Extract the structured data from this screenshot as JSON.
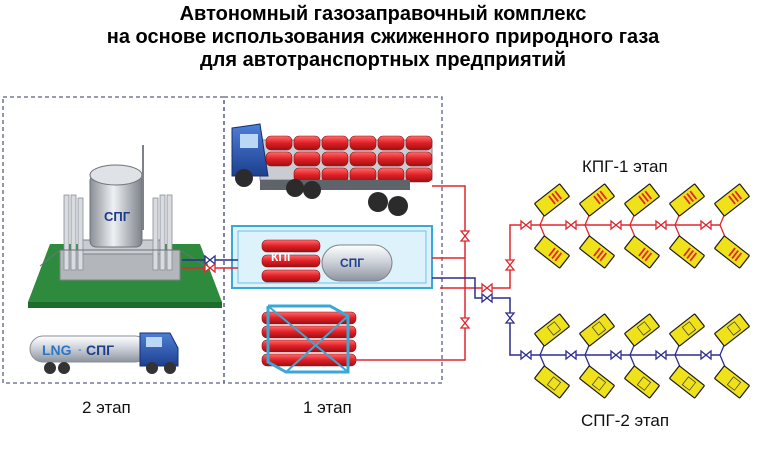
{
  "title": {
    "line1": "Автономный газозаправочный комплекс",
    "line2": "на основе использования сжиженного природного газа",
    "line3": "для автотранспортных предприятий"
  },
  "stages": {
    "stage2": "2 этап",
    "stage1": "1 этап"
  },
  "sections": {
    "cng": "КПГ-1 этап",
    "lng": "СПГ-2 этап"
  },
  "labels": {
    "storage_tank": "СПГ",
    "truck_lng": "LNG",
    "truck_spg": "СПГ",
    "container_cng": "КПГ",
    "container_spg": "СПГ"
  },
  "colors": {
    "cng_pipe": "#e0262e",
    "lng_pipe": "#2c2e8c",
    "dispenser": "#f0e21a",
    "ground": "#2e8b3d",
    "frame": "#5a5f88"
  }
}
